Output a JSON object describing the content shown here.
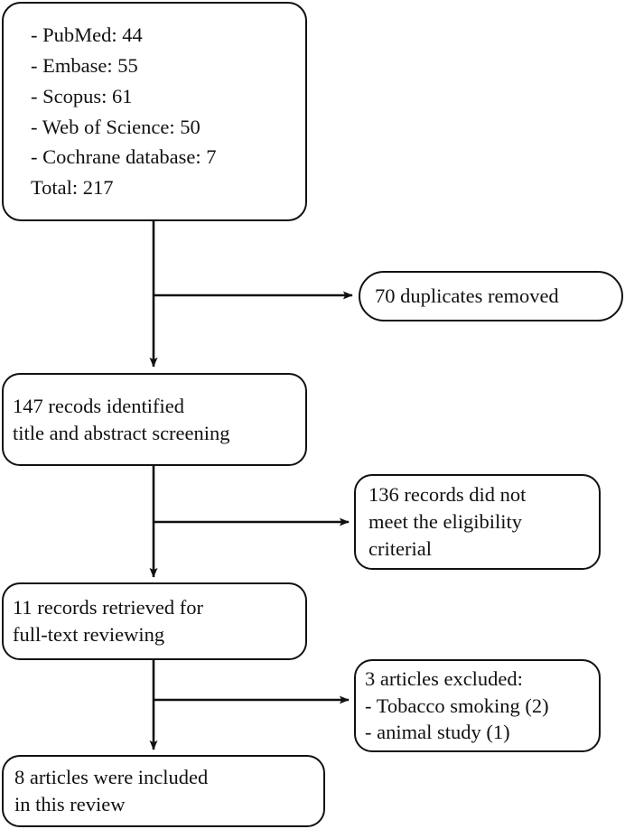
{
  "diagram": {
    "title": "PRISMA study selection flow diagram",
    "type": "flowchart",
    "stroke_color": "#111111",
    "fill_color": "#ffffff",
    "text_color": "#111111"
  },
  "nodes": {
    "sources": {
      "name": "database-search-results",
      "lines": [
        "- PubMed: 44",
        "- Embase: 55",
        "- Scopus: 61",
        "- Web of Science: 50",
        "- Cochrane database: 7",
        "Total: 217"
      ],
      "counts": {
        "PubMed": 44,
        "Embase": 55,
        "Scopus": 61,
        "Web of Science": 50,
        "Cochrane database": 7,
        "Total": 217
      }
    },
    "duplicates": {
      "name": "duplicates-removed",
      "lines": [
        "70 duplicates removed"
      ],
      "count": 70
    },
    "screening": {
      "name": "title-abstract-screening",
      "lines": [
        "147 recods identified",
        "title and abstract screening"
      ],
      "count": 147
    },
    "ineligible": {
      "name": "records-not-meeting-eligibility",
      "lines": [
        "136 records did not",
        "meet the eligibility",
        "criterial"
      ],
      "count": 136
    },
    "fulltext": {
      "name": "full-text-review",
      "lines": [
        "11 records retrieved for",
        "full-text reviewing"
      ],
      "count": 11
    },
    "excluded": {
      "name": "articles-excluded",
      "lines": [
        "3 articles excluded:",
        "- Tobacco smoking (2)",
        "- animal study (1)"
      ],
      "count": 3,
      "reasons": {
        "Tobacco smoking": 2,
        "animal study": 1
      }
    },
    "included": {
      "name": "articles-included",
      "lines": [
        "8 articles were included",
        "in this review"
      ],
      "count": 8
    }
  }
}
